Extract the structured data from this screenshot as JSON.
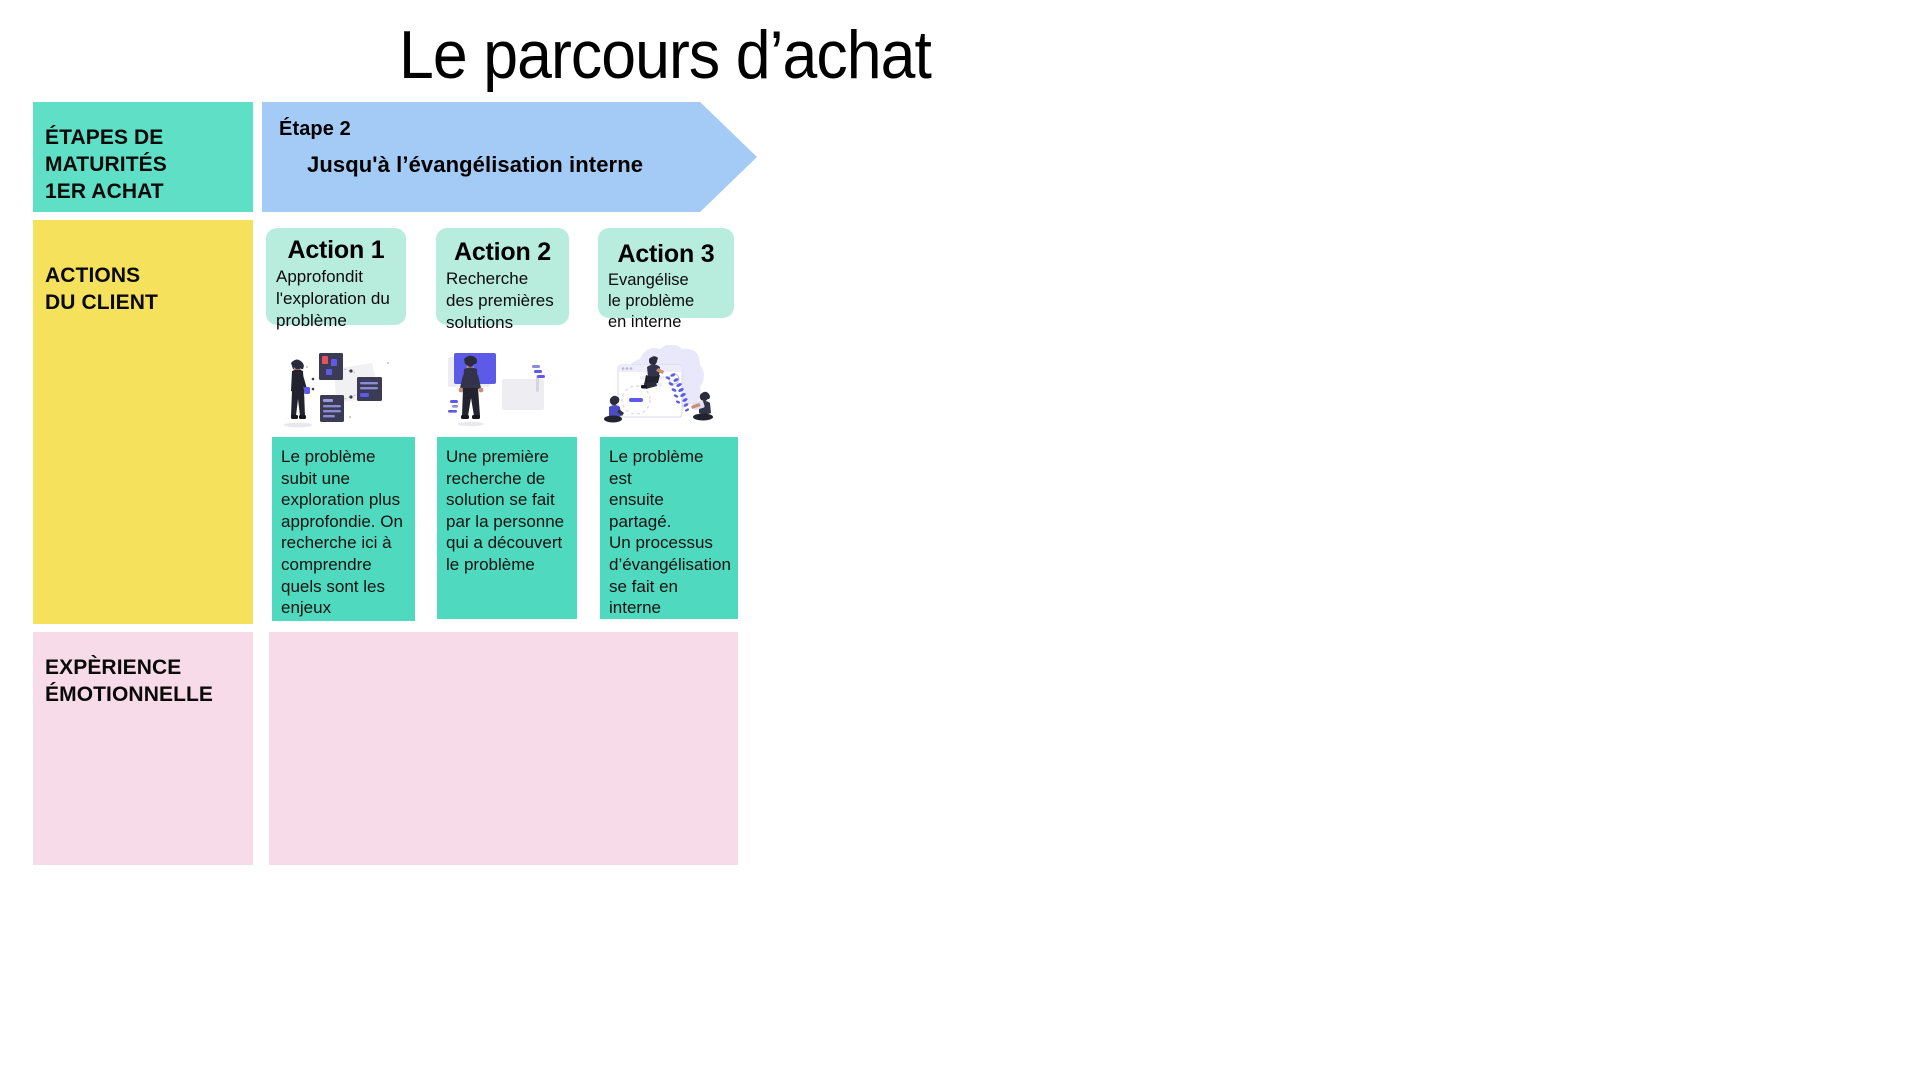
{
  "title": "Le parcours d’achat",
  "colors": {
    "teal": "#5FDFC6",
    "teal_note": "#4FDAC0",
    "mint_card": "#B8EDDD",
    "yellow": "#F5E15B",
    "pink": "#F8DBE9",
    "blue": "#A4CBF5",
    "text": "#000000"
  },
  "rail": {
    "stages": "ÉTAPES DE\nMATURITÉS\n1ER ACHAT",
    "actions": "ACTIONS\nDU CLIENT",
    "experience": "EXPÈRIENCE\nÉMOTIONNELLE"
  },
  "stage": {
    "name": "Étape 2",
    "subtitle": "Jusqu'à l’évangélisation interne"
  },
  "actions": [
    {
      "title": "Action 1",
      "description": "Approfondit\nl'exploration du\nproblème",
      "illustration": "person-browsing-documents-illustration",
      "note": "Le problème\nsubit une\nexploration plus\napprofondie. On\nrecherche ici à\ncomprendre\nquels sont les\nenjeux"
    },
    {
      "title": "Action 2",
      "description": "Recherche\ndes premières\nsolutions",
      "illustration": "person-at-presentation-board-illustration",
      "note": "Une première\nrecherche de\nsolution se fait\npar la personne\nqui a découvert\nle problème"
    },
    {
      "title": "Action 3",
      "description": "Evangélise\nle problème\nen interne",
      "illustration": "team-sharing-knowledge-illustration",
      "note": "Le problème est\nensuite partagé.\nUn processus\nd’évangélisation\nse fait en interne"
    }
  ],
  "experience_canvas": {
    "label": ""
  }
}
